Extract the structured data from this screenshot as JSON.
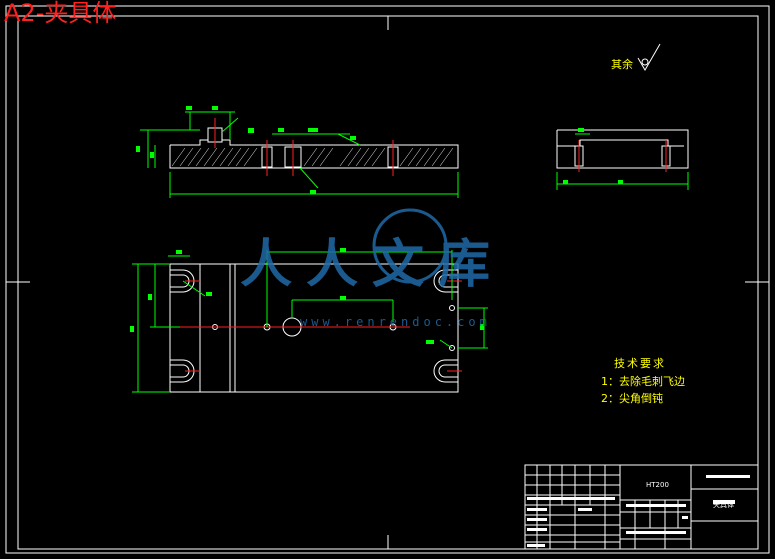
{
  "document": {
    "title": "A2-夹具体"
  },
  "surface_note": {
    "label": "其余"
  },
  "technical_requirements": {
    "heading": "技术要求",
    "items": [
      "1：去除毛刺飞边",
      "2：尖角倒钝"
    ]
  },
  "watermark": {
    "main": "人人文库",
    "url": "www.renrendoc.com"
  },
  "title_block": {
    "material": "HT200",
    "part_name": "夹具体"
  },
  "colors": {
    "frame": "#ffffff",
    "geometry": "#ffffff",
    "dimension": "#00ff00",
    "centerline": "#ff2020",
    "hatch": "#ffffff",
    "title_red": "#ff2020",
    "text_yellow": "#ffff00",
    "watermark": "#1f6aa8"
  }
}
